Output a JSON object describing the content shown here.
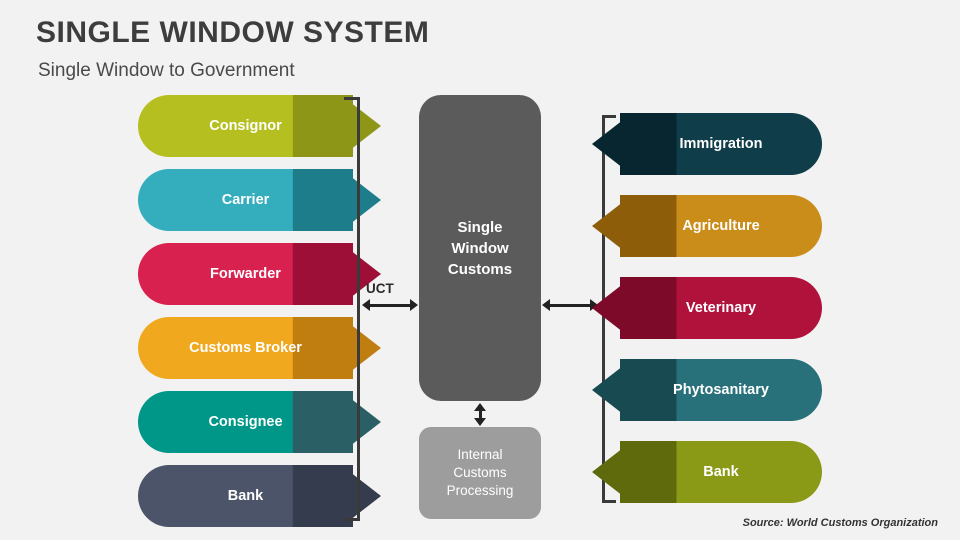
{
  "header": {
    "title": "SINGLE WINDOW SYSTEM",
    "subtitle": "Single Window to Government"
  },
  "source": "Source: World Customs Organization",
  "center": {
    "main_box": "Single Window Customs",
    "main_box_lines": [
      "Single",
      "Window",
      "Customs"
    ],
    "processing_box": "Internal Customs Processing",
    "processing_box_lines": [
      "Internal",
      "Customs",
      "Processing"
    ],
    "connector_label": "UCT"
  },
  "left_column": {
    "items": [
      {
        "label": "Consignor",
        "color": "#b5c020",
        "tail": "#8e9618"
      },
      {
        "label": "Carrier",
        "color": "#34aebd",
        "tail": "#1e7d8a"
      },
      {
        "label": "Forwarder",
        "color": "#d8214f",
        "tail": "#9e0f37"
      },
      {
        "label": "Customs Broker",
        "color": "#f0a81e",
        "tail": "#c07d10"
      },
      {
        "label": "Consignee",
        "color": "#009688",
        "tail": "#2a5f66"
      },
      {
        "label": "Bank",
        "color": "#4b5468",
        "tail": "#343c4d"
      }
    ]
  },
  "right_column": {
    "items": [
      {
        "label": "Immigration",
        "color": "#0f3d4a",
        "tail": "#07262f"
      },
      {
        "label": "Agriculture",
        "color": "#cb8d1a",
        "tail": "#8d5d09"
      },
      {
        "label": "Veterinary",
        "color": "#b1123c",
        "tail": "#7d0a29"
      },
      {
        "label": "Phytosanitary",
        "color": "#28707a",
        "tail": "#184a52"
      },
      {
        "label": "Bank",
        "color": "#8a9a16",
        "tail": "#5e6a0c"
      }
    ]
  },
  "colors": {
    "background": "#f2f2f2",
    "center_box": "#5b5b5b",
    "processing_box": "#9d9d9d",
    "title": "#3d3d3d",
    "bracket": "#3a3a3a"
  }
}
